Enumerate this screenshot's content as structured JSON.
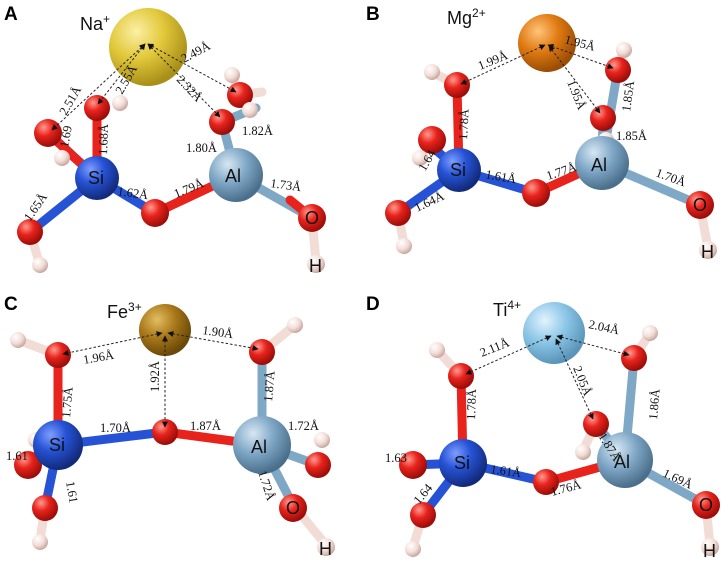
{
  "colors": {
    "oxygen": "#e8231c",
    "hydrogen": "#f2dcd6",
    "silicon": "#2653d6",
    "aluminum": "#7fa7c6",
    "sodium": "#e2c83a",
    "magnesium": "#e07a12",
    "iron": "#a9791a",
    "titanium": "#8cc6e8"
  },
  "panels": [
    {
      "letter": "A",
      "cation": {
        "symbol": "Na",
        "charge": "+"
      },
      "labels": {
        "si": "Si",
        "al": "Al",
        "o": "O",
        "h": "H"
      },
      "distances": [
        "2.51Å",
        "2.55Å",
        "2.49Å",
        "2.32Å",
        "1.68Å",
        "1.82Å",
        "1.69",
        "1.80Å",
        "1.65Å",
        "1.62Å",
        "1.79Å",
        "1.73Å"
      ]
    },
    {
      "letter": "B",
      "cation": {
        "symbol": "Mg",
        "charge": "2+"
      },
      "labels": {
        "si": "Si",
        "al": "Al",
        "o": "O",
        "h": "H"
      },
      "distances": [
        "1.99Å",
        "1.95Å",
        "1.95Å",
        "1.85Å",
        "1.78Å",
        "1.85Å",
        "1.64",
        "1.61Å",
        "1.77Å",
        "1.70Å",
        "1.64Å"
      ]
    },
    {
      "letter": "C",
      "cation": {
        "symbol": "Fe",
        "charge": "3+"
      },
      "labels": {
        "si": "Si",
        "al": "Al",
        "o": "O",
        "h": "H"
      },
      "distances": [
        "1.96Å",
        "1.90Å",
        "1.92Å",
        "1.75Å",
        "1.87Å",
        "1.70Å",
        "1.87Å",
        "1.72Å",
        "1.61",
        "1.72Å",
        "1.61"
      ]
    },
    {
      "letter": "D",
      "cation": {
        "symbol": "Ti",
        "charge": "4+"
      },
      "labels": {
        "si": "Si",
        "al": "Al",
        "o": "O",
        "h": "H"
      },
      "distances": [
        "2.11Å",
        "2.04Å",
        "2.05Å",
        "1.78Å",
        "1.86Å",
        "1.87Å",
        "1.63",
        "1.61Å",
        "1.64",
        "1.76Å",
        "1.69Å"
      ]
    }
  ]
}
